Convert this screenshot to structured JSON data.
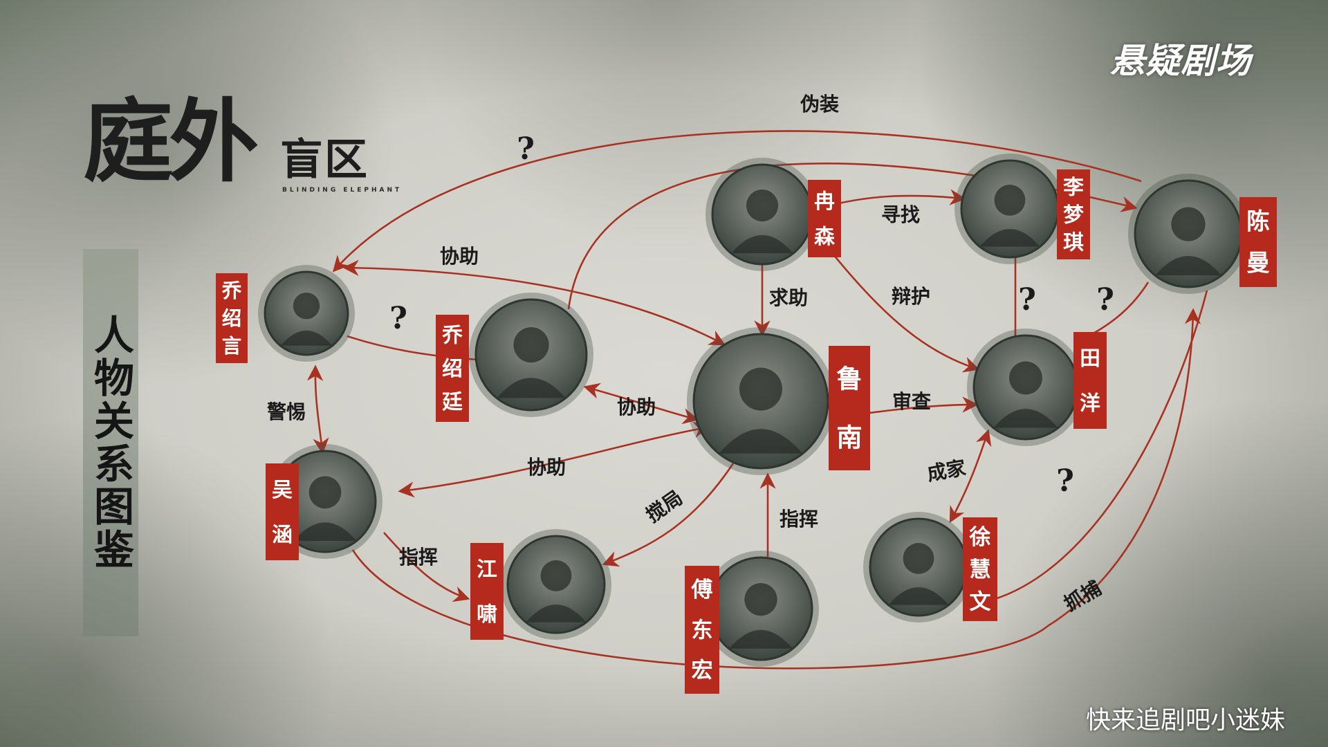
{
  "header": {
    "title_main": "庭外",
    "title_sub": "盲区",
    "title_en": "BLINDING ELEPHANT",
    "section_title": "人物关系图鉴"
  },
  "brand": {
    "logo_text": "悬疑剧场"
  },
  "watermark": {
    "text": "快来追剧吧小迷妹"
  },
  "colors": {
    "accent": "#b52a1c",
    "arrow": "#a83222",
    "ink": "#1a1a1a",
    "tag_text": "#ffffff"
  },
  "characters": [
    {
      "id": "qiao_shaoyan",
      "name": "乔绍言"
    },
    {
      "id": "qiao_shaoting",
      "name": "乔绍廷"
    },
    {
      "id": "ran_sen",
      "name": "冉森"
    },
    {
      "id": "li_mengqi",
      "name": "李梦琪"
    },
    {
      "id": "chen_man",
      "name": "陈曼"
    },
    {
      "id": "lu_nan",
      "name": "鲁南"
    },
    {
      "id": "tian_yang",
      "name": "田洋"
    },
    {
      "id": "wu_han",
      "name": "吴涵"
    },
    {
      "id": "jiang_xiao",
      "name": "江啸"
    },
    {
      "id": "fu_donghong",
      "name": "傅东宏"
    },
    {
      "id": "xu_huiwen",
      "name": "徐慧文"
    }
  ],
  "relations": [
    {
      "from": "qiao_shaoting",
      "to": "chen_man",
      "label": "伪装"
    },
    {
      "from": "chen_man",
      "to": "qiao_shaoyan",
      "label": "?"
    },
    {
      "from": "ran_sen",
      "to": "li_mengqi",
      "label": "寻找"
    },
    {
      "from": "qiao_shaoyan",
      "to": "lu_nan",
      "label": "协助"
    },
    {
      "from": "qiao_shaoyan",
      "to": "qiao_shaoting",
      "label": "?"
    },
    {
      "from": "ran_sen",
      "to": "lu_nan",
      "label": "求助"
    },
    {
      "from": "ran_sen",
      "to": "tian_yang",
      "label": "辩护"
    },
    {
      "from": "li_mengqi",
      "to": "tian_yang",
      "label": "?"
    },
    {
      "from": "tian_yang",
      "to": "chen_man",
      "label": "?"
    },
    {
      "from": "qiao_shaoting",
      "to": "lu_nan",
      "label": "协助"
    },
    {
      "from": "qiao_shaoyan",
      "to": "wu_han",
      "label": "警惕"
    },
    {
      "from": "lu_nan",
      "to": "tian_yang",
      "label": "审查"
    },
    {
      "from": "wu_han",
      "to": "lu_nan",
      "label": "协助"
    },
    {
      "from": "lu_nan",
      "to": "jiang_xiao",
      "label": "搅局"
    },
    {
      "from": "wu_han",
      "to": "jiang_xiao",
      "label": "指挥"
    },
    {
      "from": "fu_donghong",
      "to": "lu_nan",
      "label": "指挥"
    },
    {
      "from": "tian_yang",
      "to": "xu_huiwen",
      "label": "成家"
    },
    {
      "from": "xu_huiwen",
      "to": "chen_man",
      "label": "?"
    },
    {
      "from": "wu_han",
      "to": "chen_man",
      "label": "抓捕"
    }
  ]
}
